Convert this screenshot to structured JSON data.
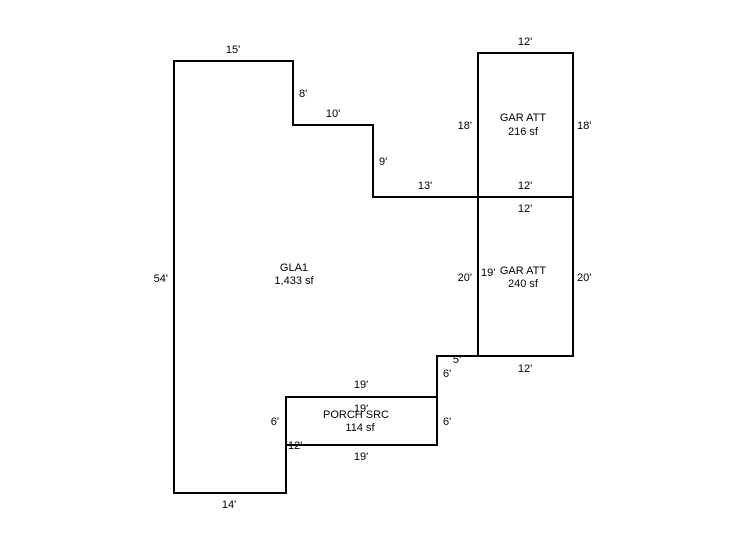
{
  "areas": {
    "gla1": {
      "name": "GLA1",
      "size": "1,433 sf"
    },
    "gar_att_top": {
      "name": "GAR ATT",
      "size": "216 sf"
    },
    "gar_att_bottom": {
      "name": "GAR ATT",
      "size": "240 sf"
    },
    "porch": {
      "name": "PORCH SRC",
      "size": "114 sf"
    }
  },
  "dimensions": {
    "gla1_top": "15'",
    "gla1_step1_vertical": "8'",
    "gla1_step1_horizontal": "10'",
    "gla1_step2_vertical": "9'",
    "gla1_step2_horizontal": "13'",
    "gla1_left": "54'",
    "gla1_bottom": "14'",
    "gla1_garage_side": "20'",
    "gla1_notch_horizontal": "5'",
    "gla1_notch_vertical": "6'",
    "gla1_porch_top": "19'",
    "gla1_porch_left": "6'",
    "gar_top_top": "12'",
    "gar_top_left": "18'",
    "gar_top_right": "18'",
    "gar_top_bottom": "12'",
    "gar_bottom_top": "12'",
    "gar_bottom_left": "19'",
    "gar_bottom_right": "20'",
    "gar_bottom_bottom": "12'",
    "porch_top": "19'",
    "porch_right": "6'",
    "porch_left": "12'",
    "porch_bottom": "19'"
  }
}
